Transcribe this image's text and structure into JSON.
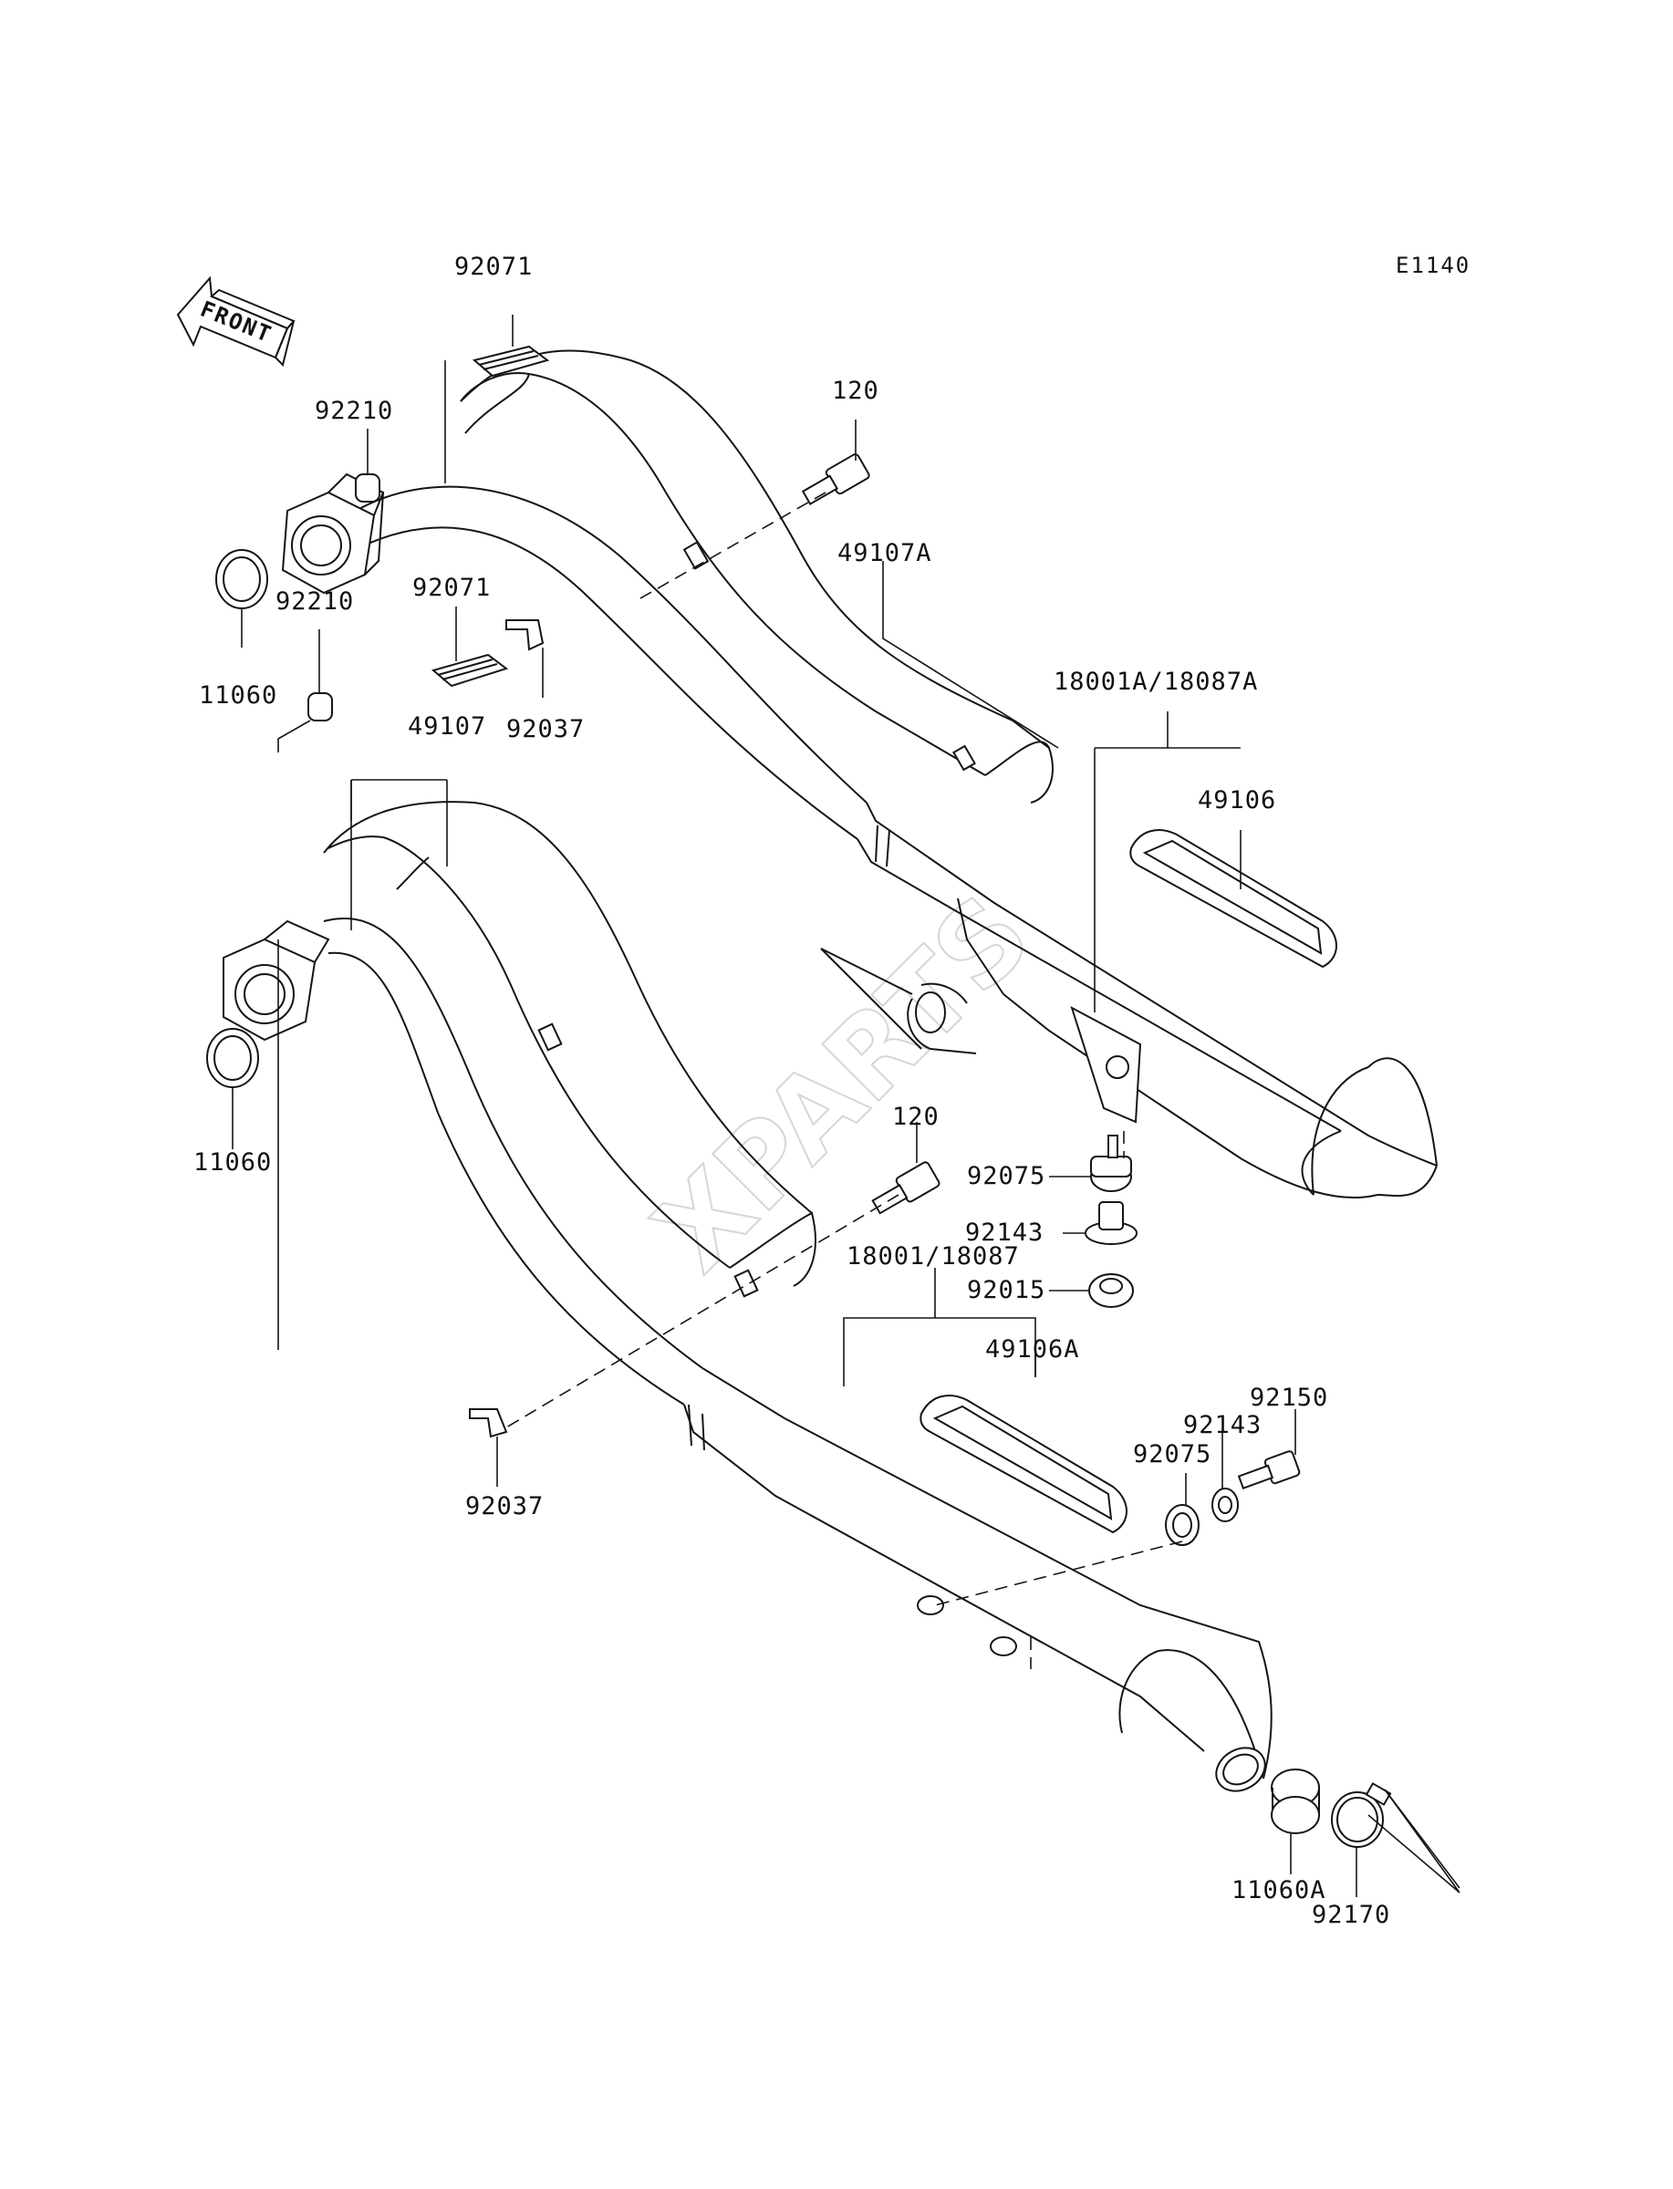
{
  "diagram": {
    "code": "E1140",
    "front_label": "FRONT",
    "watermark": "XPARTS",
    "parts": [
      {
        "id": "p-92071-top",
        "label": "92071"
      },
      {
        "id": "p-92210-top",
        "label": "92210"
      },
      {
        "id": "p-120-top",
        "label": "120"
      },
      {
        "id": "p-49107A",
        "label": "49107A"
      },
      {
        "id": "p-92071-mid",
        "label": "92071"
      },
      {
        "id": "p-92210-mid",
        "label": "92210"
      },
      {
        "id": "p-11060-top",
        "label": "11060"
      },
      {
        "id": "p-92037-top",
        "label": "92037"
      },
      {
        "id": "p-18001A-18087A",
        "label": "18001A/18087A"
      },
      {
        "id": "p-49107",
        "label": "49107"
      },
      {
        "id": "p-49106",
        "label": "49106"
      },
      {
        "id": "p-11060-bottom",
        "label": "11060"
      },
      {
        "id": "p-120-bottom",
        "label": "120"
      },
      {
        "id": "p-92075-top",
        "label": "92075"
      },
      {
        "id": "p-92143-top",
        "label": "92143"
      },
      {
        "id": "p-18001-18087",
        "label": "18001/18087"
      },
      {
        "id": "p-92015",
        "label": "92015"
      },
      {
        "id": "p-49106A",
        "label": "49106A"
      },
      {
        "id": "p-92150",
        "label": "92150"
      },
      {
        "id": "p-92143-bottom",
        "label": "92143"
      },
      {
        "id": "p-92075-bottom",
        "label": "92075"
      },
      {
        "id": "p-92037-bottom",
        "label": "92037"
      },
      {
        "id": "p-11060A",
        "label": "11060A"
      },
      {
        "id": "p-92170",
        "label": "92170"
      }
    ]
  }
}
